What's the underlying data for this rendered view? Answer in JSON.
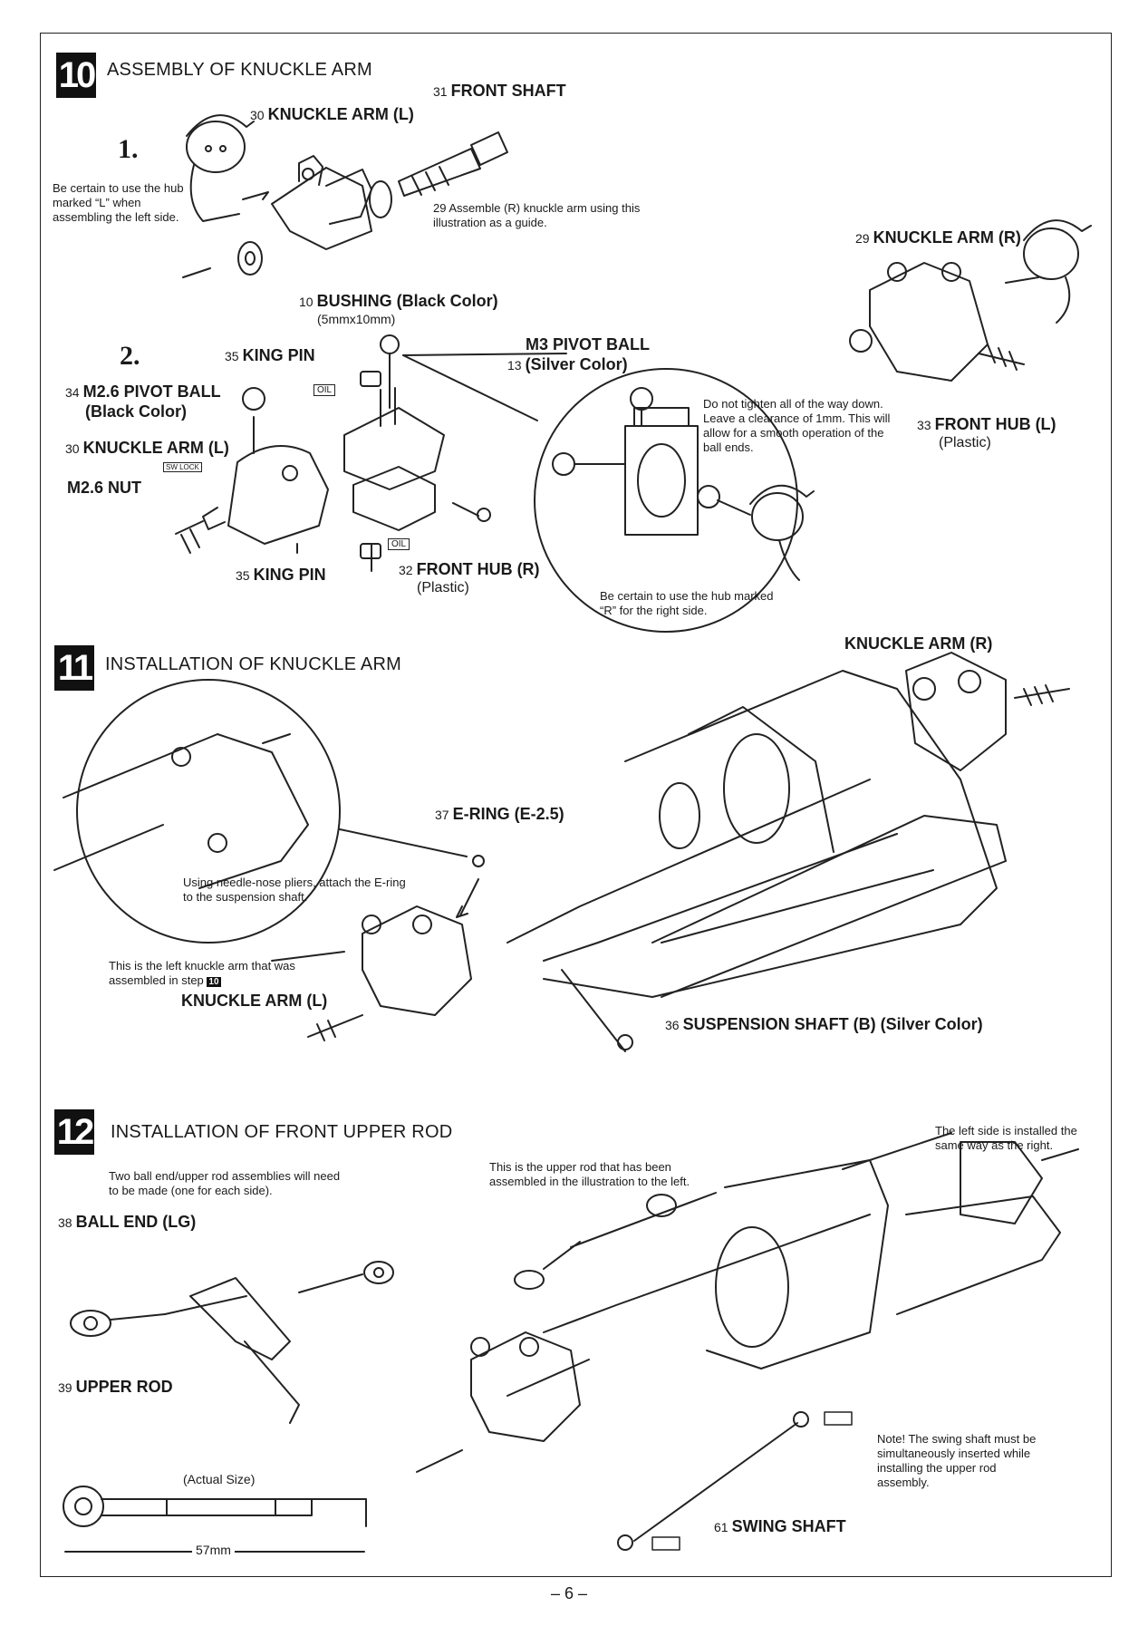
{
  "steps": [
    {
      "badge": "10",
      "title": "ASSEMBLY OF KNUCKLE ARM",
      "sub1": "1.",
      "sub2": "2.",
      "note_left": "Be certain to use the hub marked “L” when assembling the left side.",
      "note_assemble": "Assemble (R) knuckle arm using this illustration as a guide.",
      "note_assemble_num": "29",
      "note_ball": "Do not tighten all of the way down. Leave a clearance of 1mm. This will allow for a smooth operation of the ball ends.",
      "note_hub_r": "Be certain to use the hub marked “R” for the right side.",
      "labels": {
        "front_shaft": {
          "num": "31",
          "text": "FRONT SHAFT"
        },
        "knuckle_arm_l": {
          "num": "30",
          "text": "KNUCKLE ARM (L)"
        },
        "bushing": {
          "num": "10",
          "text": "BUSHING (Black Color)",
          "sub": "(5mmx10mm)"
        },
        "knuckle_arm_r": {
          "num": "29",
          "text": "KNUCKLE ARM (R)"
        },
        "front_hub_l": {
          "num": "33",
          "text": "FRONT HUB (L)",
          "sub": "(Plastic)"
        },
        "king_pin_top": {
          "num": "35",
          "text": "KING PIN"
        },
        "m3_pivot_ball": {
          "num": "13",
          "text": "M3 PIVOT BALL",
          "sub": "(Silver Color)"
        },
        "m26_pivot_ball": {
          "num": "34",
          "text": "M2.6 PIVOT BALL",
          "sub": "(Black Color)"
        },
        "knuckle_arm_l2": {
          "num": "30",
          "text": "KNUCKLE ARM (L)"
        },
        "m26_nut": {
          "text": "M2.6 NUT"
        },
        "king_pin_bottom": {
          "num": "35",
          "text": "KING PIN"
        },
        "front_hub_r": {
          "num": "32",
          "text": "FRONT HUB (R)",
          "sub": "(Plastic)"
        }
      },
      "tags": {
        "oil": "OIL",
        "sw_lock": "SW LOCK"
      }
    },
    {
      "badge": "11",
      "title": "INSTALLATION OF KNUCKLE ARM",
      "knuckle_arm_r": "KNUCKLE ARM (R)",
      "e_ring": {
        "num": "37",
        "text": "E-RING (E-2.5)"
      },
      "note_eclip": "Using needle-nose pliers, attach the E-ring to the suspension shaft.",
      "note_left_arm": "This is the left knuckle arm that was assembled in step",
      "note_left_arm_step": "10",
      "knuckle_arm_l": "KNUCKLE ARM (L)",
      "suspension_shaft": {
        "num": "36",
        "text": "SUSPENSION SHAFT (B) (Silver Color)"
      }
    },
    {
      "badge": "12",
      "title": "INSTALLATION OF FRONT UPPER ROD",
      "note_right": "The left side is installed the same way as the right.",
      "note_two": "Two ball end/upper rod assemblies will need to be made (one for each side).",
      "note_upper": "This is the upper rod that has been assembled in the illustration to the left.",
      "ball_end": {
        "num": "38",
        "text": "BALL END (LG)"
      },
      "upper_rod": {
        "num": "39",
        "text": "UPPER ROD"
      },
      "actual_size": "(Actual Size)",
      "length": "57mm",
      "note_swing": "Note! The swing shaft must be simultaneously inserted while installing the upper rod assembly.",
      "swing_shaft": {
        "num": "61",
        "text": "SWING SHAFT"
      }
    }
  ],
  "page_number": "– 6 –"
}
